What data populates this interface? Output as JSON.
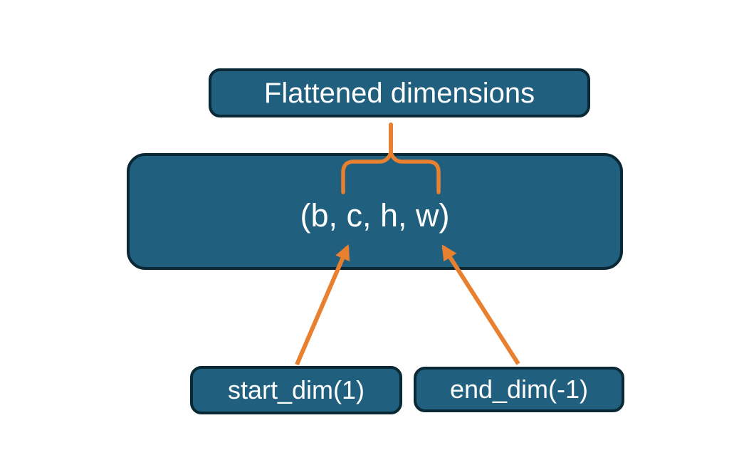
{
  "theme": {
    "background": "#ffffff",
    "box_fill": "#20607E",
    "box_border": "#0B2836",
    "text_color": "#ffffff",
    "accent_orange": "#E8802F"
  },
  "diagram": {
    "top_label": "Flattened dimensions",
    "tensor_shape": "(b, c, h, w)",
    "start_dim_label": "start_dim(1)",
    "end_dim_label": "end_dim(-1)"
  }
}
